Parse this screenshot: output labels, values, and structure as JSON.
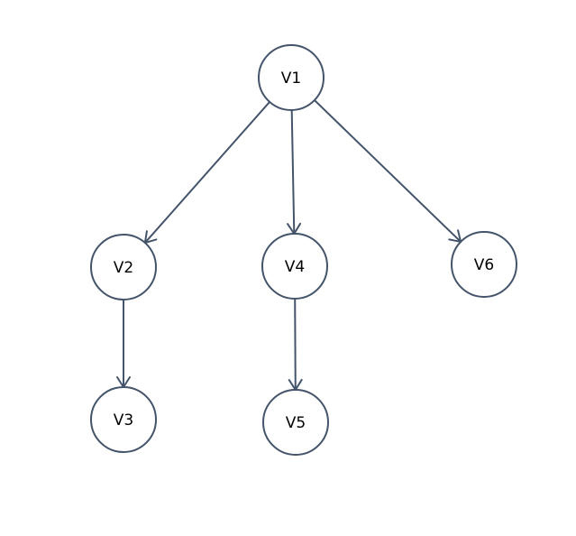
{
  "diagram": {
    "type": "directed-tree",
    "line_color": "#44546a",
    "node_fill": "#ffffff",
    "nodes": [
      {
        "id": "V1",
        "label": "V1"
      },
      {
        "id": "V2",
        "label": "V2"
      },
      {
        "id": "V3",
        "label": "V3"
      },
      {
        "id": "V4",
        "label": "V4"
      },
      {
        "id": "V5",
        "label": "V5"
      },
      {
        "id": "V6",
        "label": "V6"
      }
    ],
    "edges": [
      {
        "from": "V1",
        "to": "V2"
      },
      {
        "from": "V1",
        "to": "V4"
      },
      {
        "from": "V1",
        "to": "V6"
      },
      {
        "from": "V2",
        "to": "V3"
      },
      {
        "from": "V4",
        "to": "V5"
      }
    ]
  }
}
